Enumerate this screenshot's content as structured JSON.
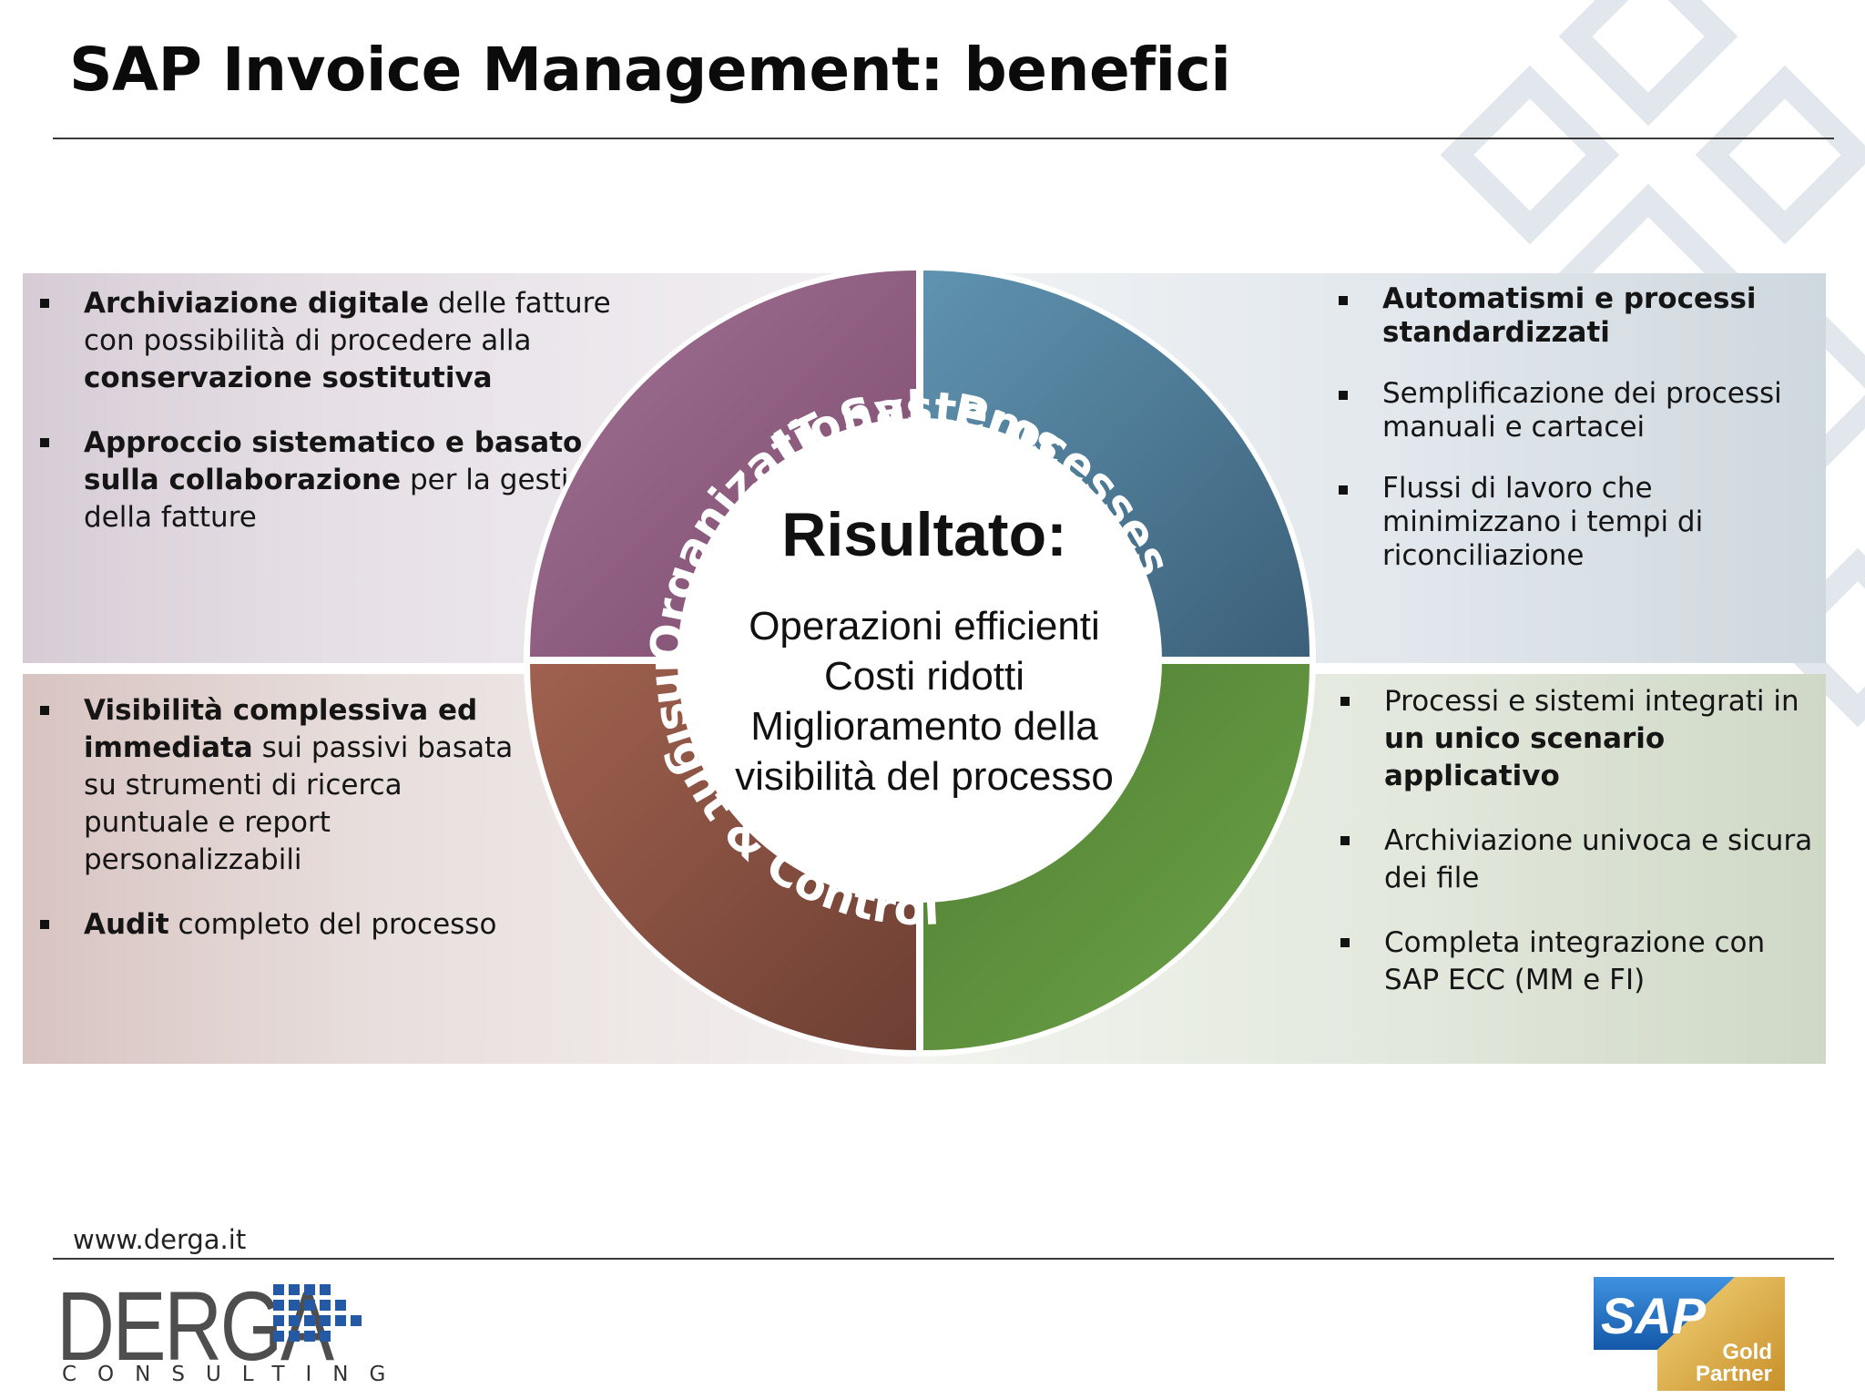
{
  "title": "SAP Invoice Management: benefici",
  "quadrants": {
    "organizational": "Organizational",
    "processes": "Processes",
    "insight_control": "Insight & Control",
    "it_systems": "IT Systems"
  },
  "center": {
    "title": "Risultato:",
    "lines": [
      "Operazioni efficienti",
      "Costi ridotti",
      "Miglioramento della",
      "visibilità del processo"
    ]
  },
  "top_left": [
    [
      "Archiviazione digitale",
      " delle fatture con possibilità di procedere alla ",
      "conservazione sostitutiva"
    ],
    [
      "Approccio sistematico e basato sulla collaborazione",
      " per la gestione della fatture"
    ]
  ],
  "bottom_left": [
    [
      "Visibilità complessiva ed immediata",
      " sui passivi  basata su strumenti di ricerca puntuale e report personalizzabili"
    ],
    [
      "Audit",
      " completo del processo"
    ]
  ],
  "top_right": [
    [
      "Automatismi e processi standardizzati"
    ],
    [
      "Semplificazione dei processi manuali e cartacei"
    ],
    [
      "Flussi di lavoro che minimizzano i tempi di riconciliazione"
    ]
  ],
  "bottom_right": [
    [
      "Processi e sistemi integrati in ",
      "un unico scenario applicativo"
    ],
    [
      "Archiviazione univoca e sicura dei file"
    ],
    [
      "Completa integrazione con SAP ECC (MM e FI)"
    ]
  ],
  "footer": {
    "website": "www.derga.it",
    "logo_word": "DERGA",
    "logo_sub": "CONSULTING",
    "sap_text": "SAP",
    "sap_badge": [
      "Gold",
      "Partner"
    ]
  },
  "colors": {
    "organizational": "#8a5479",
    "processes": "#4a7791",
    "insight_control": "#7e4b3d",
    "it_systems": "#5b8a3a",
    "derga_blue": "#2459a6",
    "sap_blue": "#1d6fc4",
    "sap_gold": "#e7b84b"
  }
}
